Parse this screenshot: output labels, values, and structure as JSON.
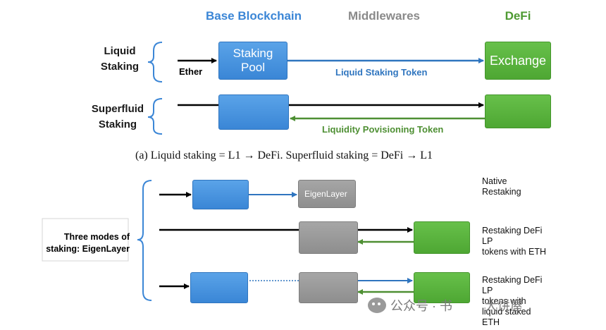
{
  "headers": {
    "base": "Base Blockchain",
    "middle": "Middlewares",
    "defi": "DeFi"
  },
  "header_colors": {
    "base": "#3b86d6",
    "middle": "#8a8a8a",
    "defi": "#4e9a32"
  },
  "part_a": {
    "row1_label": [
      "Liquid",
      "Staking"
    ],
    "row2_label": [
      "Superfluid",
      "Staking"
    ],
    "ether": "Ether",
    "staking_pool": [
      "Staking",
      "Pool"
    ],
    "exchange": "Exchange",
    "lst": "Liquid Staking Token",
    "lpt": "Liquidity Povisioning Token"
  },
  "caption": "(a) Liquid staking = L1 → DeFi. Superfluid staking = DeFi → L1",
  "part_b": {
    "modes_label": [
      "Three modes of",
      "staking: EigenLayer"
    ],
    "eigenlayer": "EigenLayer",
    "note1": [
      "Native",
      "Restaking"
    ],
    "note2": [
      "Restaking DeFi",
      "LP",
      "tokens with ETH"
    ],
    "note3": [
      "Restaking DeFi",
      "LP",
      "tokens with",
      "liquid staked",
      "ETH"
    ]
  },
  "watermark_bottom": "公众号 · 书",
  "watermark_bottom2": "大饼屋"
}
